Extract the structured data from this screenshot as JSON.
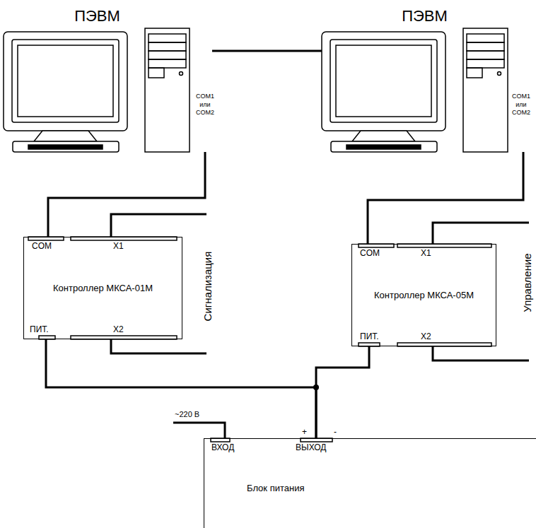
{
  "diagram": {
    "nodes": [
      {
        "text": [
          "ПЭВМ"
        ]
      },
      {
        "text": [
          "ПЭВМ"
        ]
      },
      {
        "text": [
          "Контроллер МКСА-01М"
        ]
      },
      {
        "text": [
          "Контроллер МКСА-05М"
        ]
      },
      {
        "text": [
          "Блок питания"
        ]
      }
    ],
    "edges": [
      {
        "from": 0,
        "to": 1,
        "arrow": "none"
      },
      {
        "from": 0,
        "to": 2,
        "arrow": "none"
      },
      {
        "from": 1,
        "to": 3,
        "arrow": "none"
      },
      {
        "from": 4,
        "to": 2,
        "arrow": "none"
      },
      {
        "from": 4,
        "to": 3,
        "arrow": "none"
      }
    ],
    "labels": [
      "COM1 или COM2",
      "COM1 или COM2",
      "COM",
      "X1",
      "ПИТ.",
      "X2",
      "Сигнализация",
      "COM",
      "X1",
      "ПИТ.",
      "X2",
      "Управление",
      "~220 В",
      "ВХОД",
      "+",
      "ВЫХОД",
      "-"
    ]
  }
}
